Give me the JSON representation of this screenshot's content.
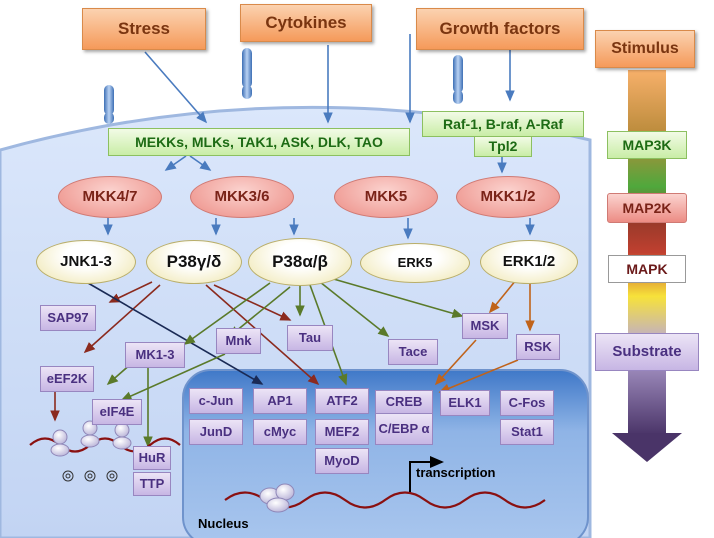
{
  "stimuli": {
    "stress": "Stress",
    "cytokines": "Cytokines",
    "growth_factors": "Growth factors"
  },
  "map3k": {
    "left": "MEKKs, MLKs, TAK1, ASK, DLK, TAO",
    "right_line1": "Raf-1, B-raf, A-Raf",
    "right_line2": "Tpl2"
  },
  "map2k": {
    "mkk47": "MKK4/7",
    "mkk36": "MKK3/6",
    "mkk5": "MKK5",
    "mkk12": "MKK1/2"
  },
  "mapk": {
    "jnk": "JNK1-3",
    "p38gd": "P38γ/δ",
    "p38ab": "P38α/β",
    "erk5": "ERK5",
    "erk12": "ERK1/2"
  },
  "substrates": {
    "sap97": "SAP97",
    "eef2k": "eEF2K",
    "mk13": "MK1-3",
    "mnk": "Mnk",
    "tau": "Tau",
    "eif4e": "eIF4E",
    "hur": "HuR",
    "ttp": "TTP",
    "tace": "Tace",
    "msk": "MSK",
    "rsk": "RSK"
  },
  "nuclear": {
    "cjun": "c-Jun",
    "junD": "JunD",
    "ap1": "AP1",
    "cmyc": "cMyc",
    "atf2": "ATF2",
    "mef2": "MEF2",
    "myod": "MyoD",
    "creb": "CREB",
    "cebp": "C/EBP α",
    "elk1": "ELK1",
    "cfos": "C-Fos",
    "stat1": "Stat1"
  },
  "labels": {
    "transcription": "transcription",
    "nucleus": "Nucleus"
  },
  "legend": {
    "stimulus": "Stimulus",
    "map3k": "MAP3K",
    "map2k": "MAP2K",
    "mapk": "MAPK",
    "substrate": "Substrate"
  },
  "colors": {
    "arrow_blue": "#4a7bbf",
    "arrow_brown": "#8b2a1e",
    "arrow_green": "#5a7a2a",
    "arrow_navy": "#1a2a55",
    "arrow_orange": "#c0631a",
    "mrna": "#8a1010"
  }
}
